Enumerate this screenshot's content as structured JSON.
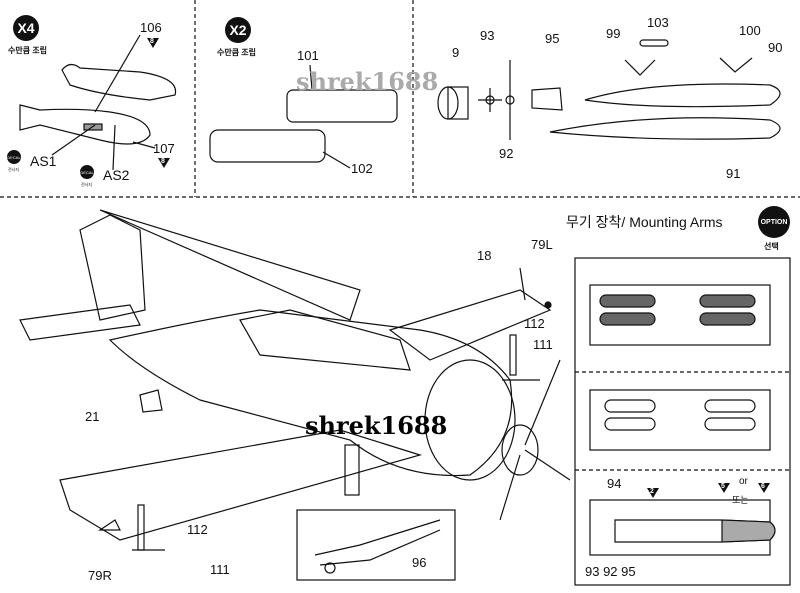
{
  "step_x4": {
    "badge": "X4",
    "note": "수만큼 조립",
    "parts": [
      "106",
      "107",
      "AS1",
      "AS2"
    ],
    "tri_106": "8",
    "tri_107": "8",
    "decal": "DECAL",
    "decal_sub": "전사지"
  },
  "step_x2": {
    "badge": "X2",
    "note": "수만큼 조립",
    "parts": [
      "101",
      "102"
    ]
  },
  "top_right": {
    "parts": [
      "9",
      "93",
      "95",
      "92",
      "99",
      "103",
      "100",
      "90",
      "91"
    ]
  },
  "main": {
    "parts": [
      "18",
      "79L",
      "112",
      "111",
      "21",
      "112",
      "111",
      "79R",
      "96"
    ]
  },
  "mounting": {
    "title": "무기 장착/ Mounting Arms",
    "option": "OPTION",
    "option_sub": "선택",
    "parts": [
      "94",
      "93 92 95"
    ],
    "tri_a": "2",
    "tri_b": "5",
    "or": "or",
    "tri_c": "6",
    "ko_or": "또는"
  },
  "watermark": "shrek1688"
}
